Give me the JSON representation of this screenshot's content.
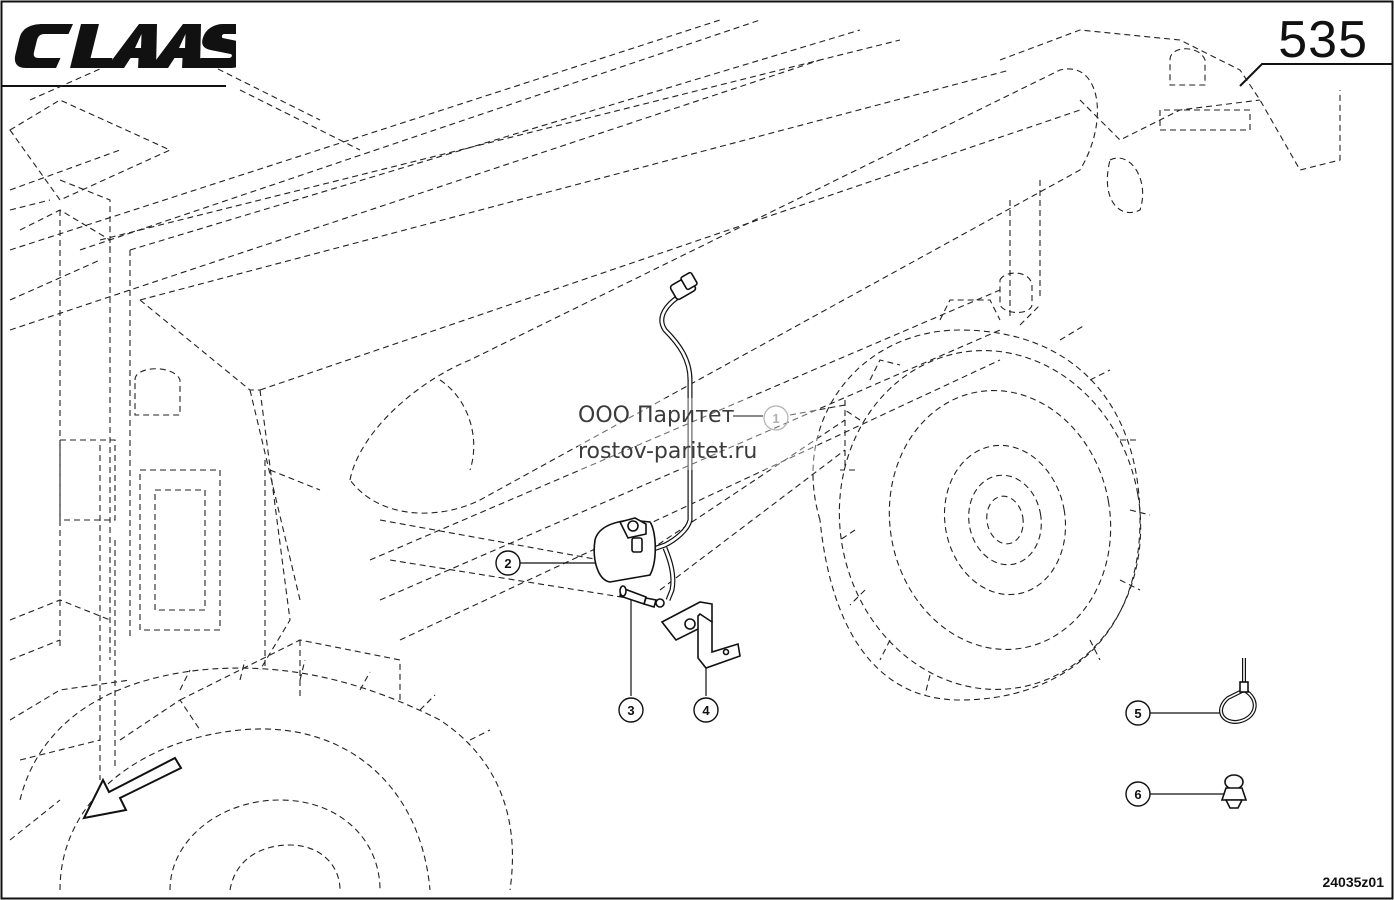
{
  "header": {
    "brand": "CLAAS",
    "page_number": "535"
  },
  "watermark": {
    "line1": "ООО Паритет",
    "line2": "rostov-paritet.ru"
  },
  "callouts": [
    {
      "number": "1"
    },
    {
      "number": "2"
    },
    {
      "number": "3"
    },
    {
      "number": "4"
    },
    {
      "number": "5"
    },
    {
      "number": "6"
    }
  ],
  "footer": {
    "drawing_code": "24035z01"
  }
}
